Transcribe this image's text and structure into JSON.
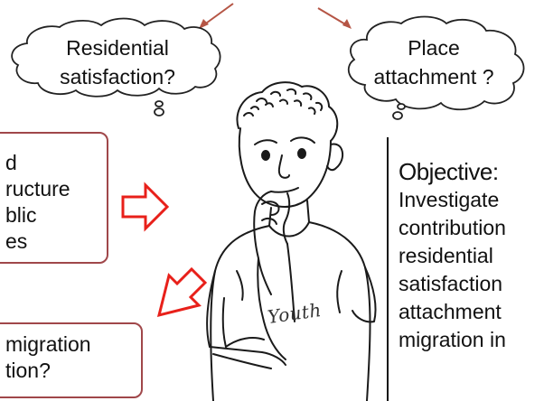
{
  "clouds": {
    "left": {
      "line1": "Residential",
      "line2": "satisfaction?"
    },
    "right": {
      "line1": "Place",
      "line2": "attachment ?"
    }
  },
  "boxes": {
    "top": {
      "line1": "d",
      "line2": "ructure",
      "line3": "blic",
      "line4": "es"
    },
    "bottom": {
      "line1": "migration",
      "line2": "tion?"
    }
  },
  "objective": {
    "title": "Objective:",
    "lines": [
      "Investigate",
      "contribution",
      "residential",
      "satisfaction",
      "attachment",
      "migration in"
    ]
  },
  "figure": {
    "shirt_label": "Youth"
  },
  "colors": {
    "box_border": "#a0474a",
    "arrow_red": "#e8201a",
    "thin_arrow": "#b55545",
    "ink": "#111111"
  }
}
